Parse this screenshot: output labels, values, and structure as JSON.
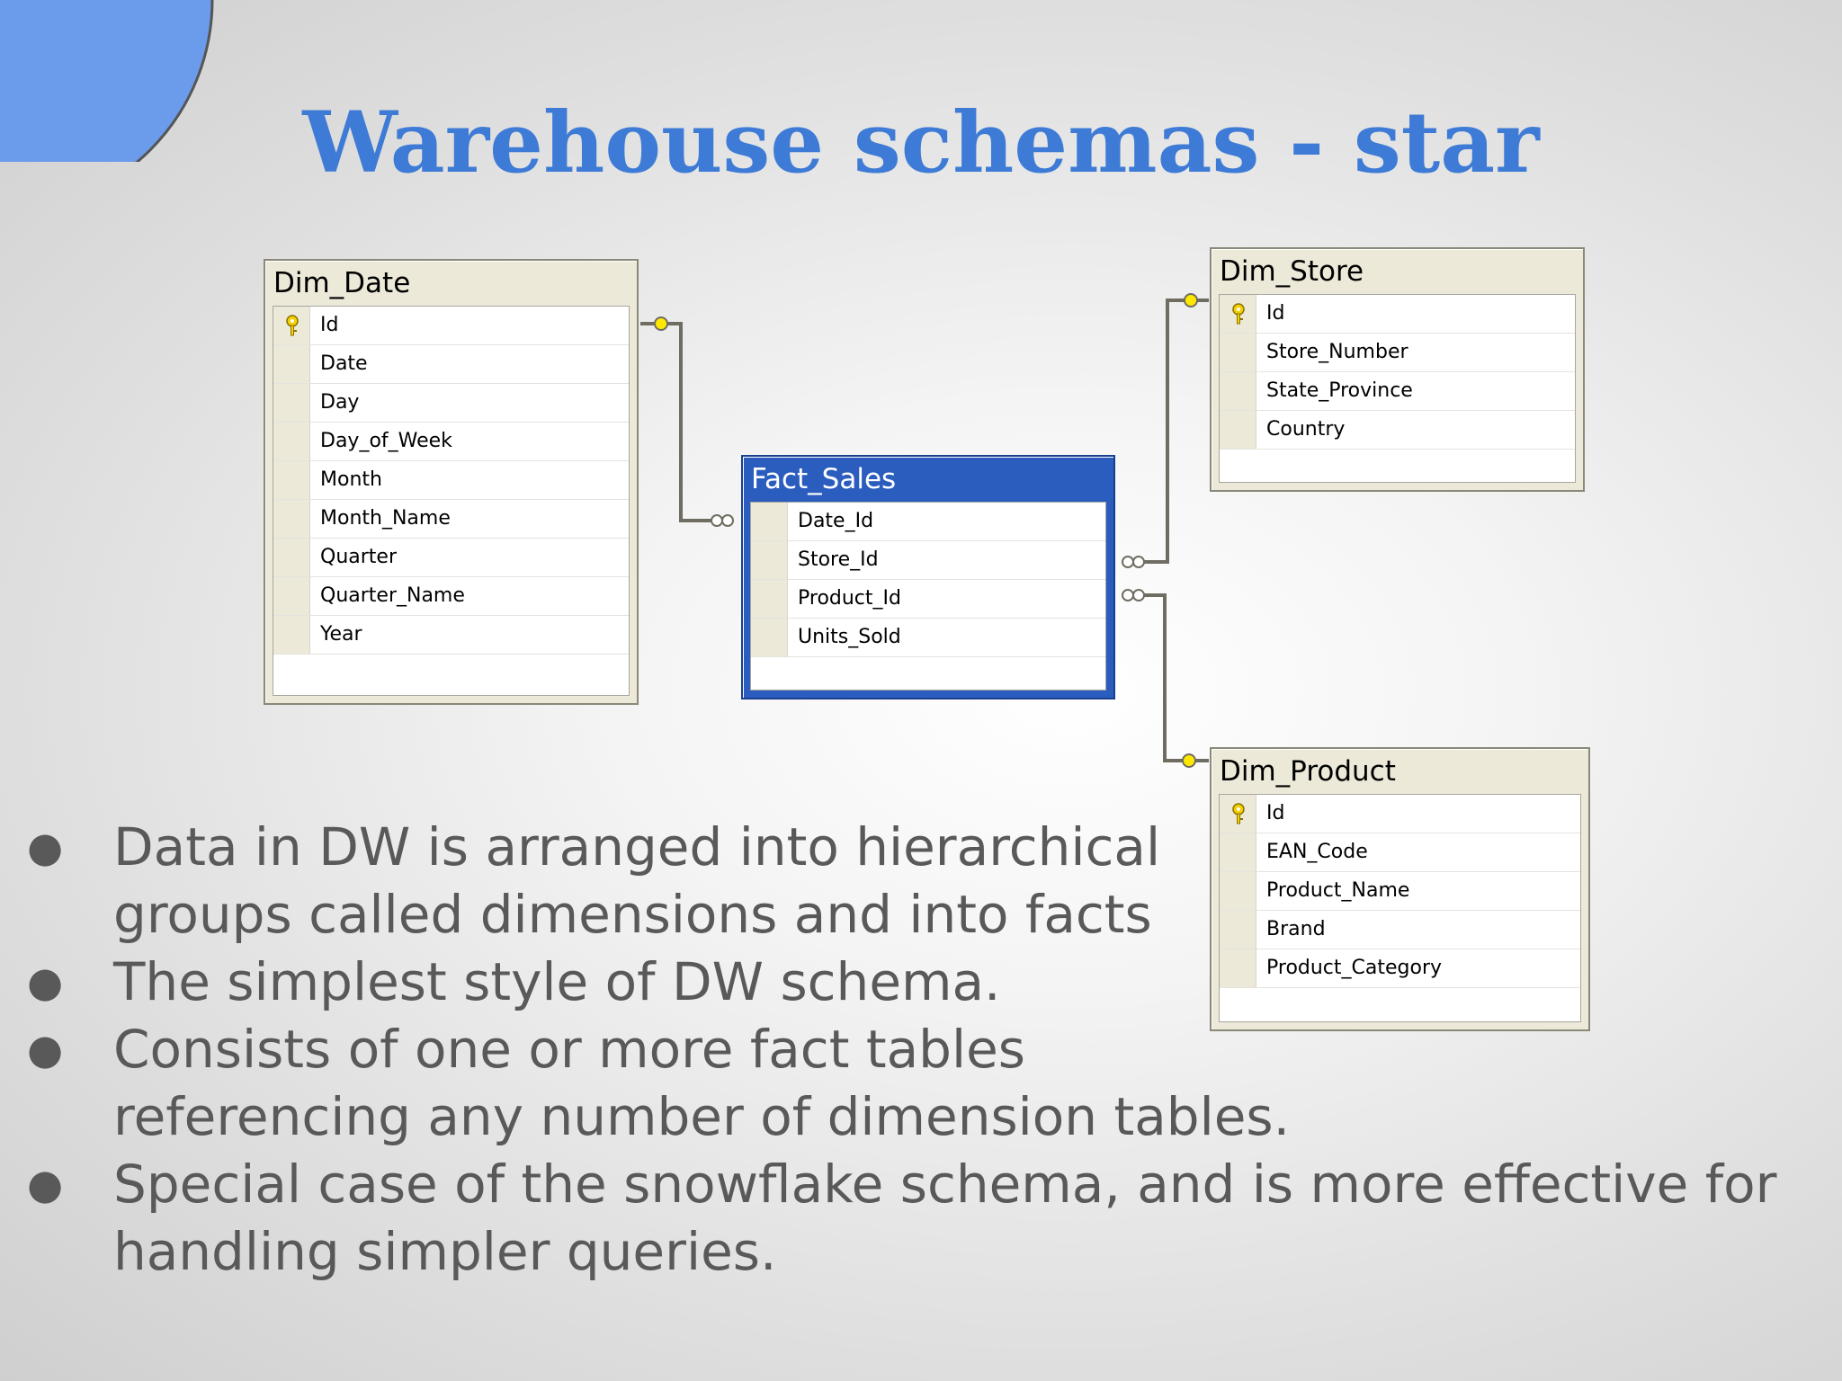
{
  "slide": {
    "title": "Warehouse schemas - star"
  },
  "colors": {
    "title": "#3e7bd6",
    "corner": "#6b9cec",
    "fact_header": "#2b5dbf",
    "dim_header": "#ece9d8",
    "body_text": "#595959"
  },
  "tables": {
    "dim_date": {
      "name": "Dim_Date",
      "key_icon": "key-icon",
      "columns": [
        "Id",
        "Date",
        "Day",
        "Day_of_Week",
        "Month",
        "Month_Name",
        "Quarter",
        "Quarter_Name",
        "Year"
      ]
    },
    "fact_sales": {
      "name": "Fact_Sales",
      "columns": [
        "Date_Id",
        "Store_Id",
        "Product_Id",
        "Units_Sold"
      ]
    },
    "dim_store": {
      "name": "Dim_Store",
      "key_icon": "key-icon",
      "columns": [
        "Id",
        "Store_Number",
        "State_Province",
        "Country"
      ]
    },
    "dim_product": {
      "name": "Dim_Product",
      "key_icon": "key-icon",
      "columns": [
        "Id",
        "EAN_Code",
        "Product_Name",
        "Brand",
        "Product_Category"
      ]
    }
  },
  "bullets": [
    {
      "lines": [
        "Data in DW is arranged into hierarchical",
        "groups called dimensions and into facts"
      ]
    },
    {
      "lines": [
        "The simplest style of DW schema."
      ]
    },
    {
      "lines": [
        "Consists of one or more fact tables",
        "referencing any number of dimension tables."
      ]
    },
    {
      "lines": [
        "Special case of the snowflake schema, and is more effective for",
        "handling simpler queries."
      ]
    }
  ],
  "bullet_glyph": "●"
}
